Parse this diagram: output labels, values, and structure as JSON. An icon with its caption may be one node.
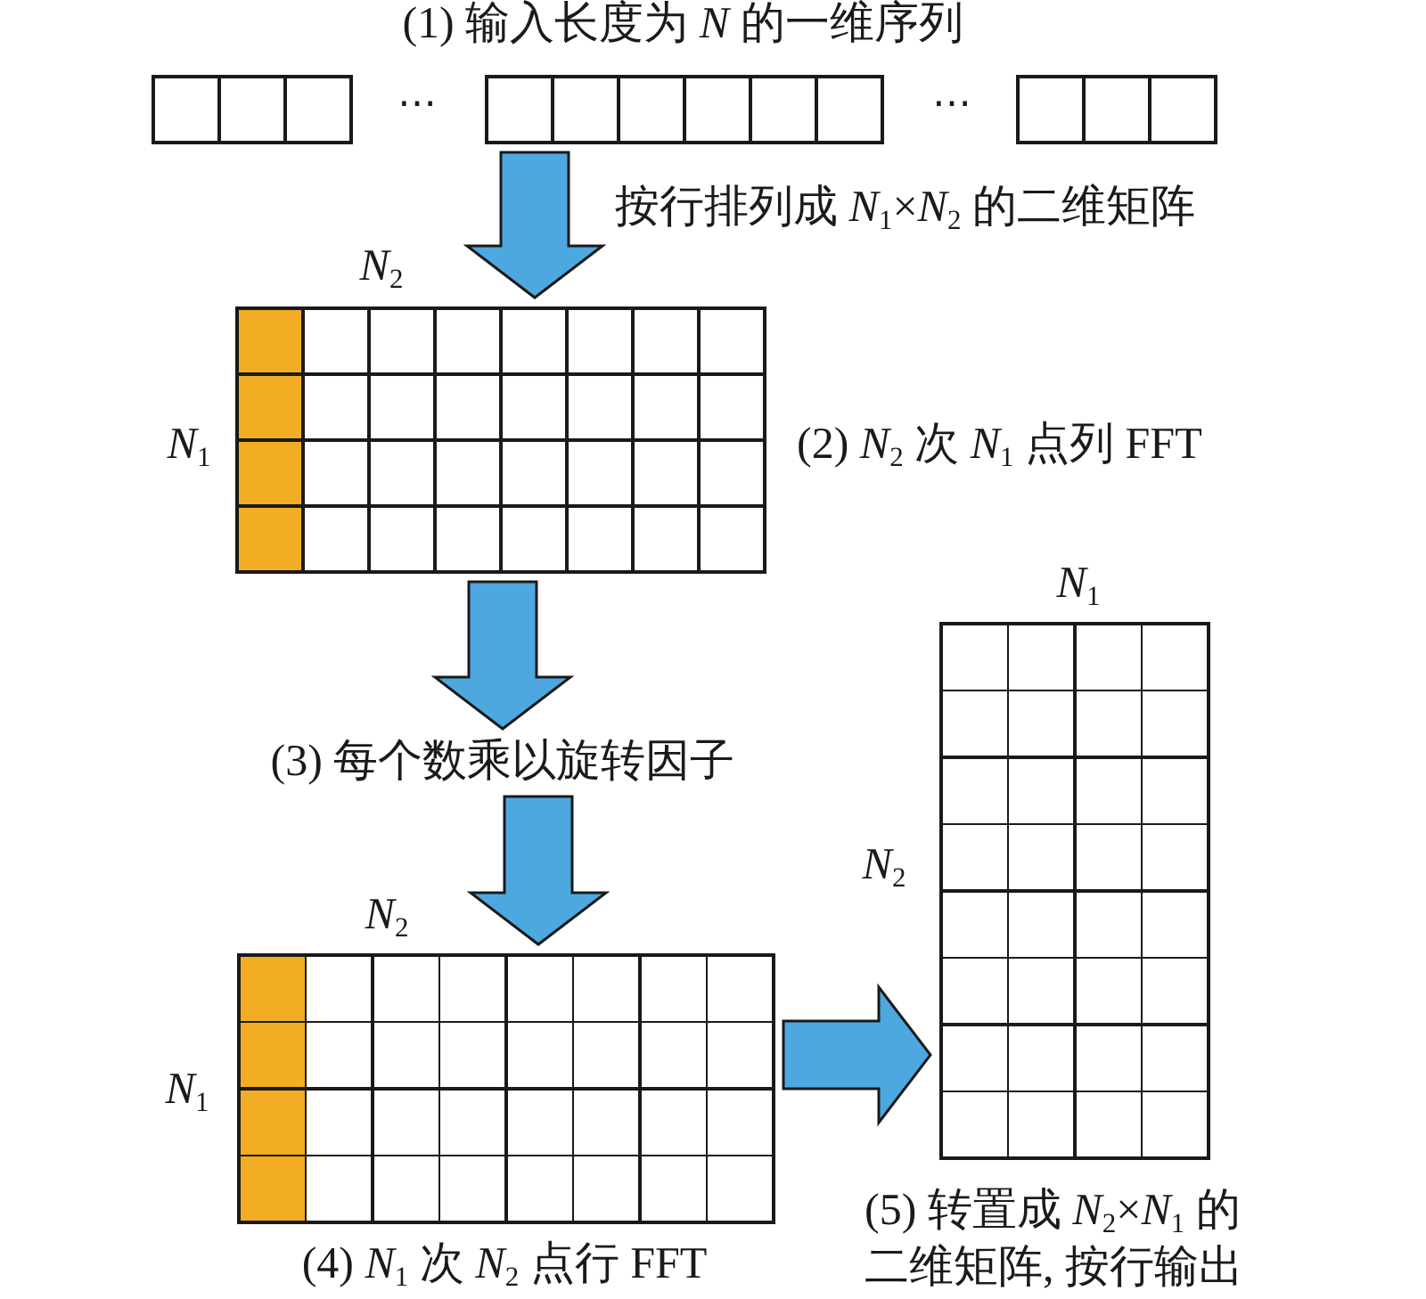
{
  "diagram": {
    "nodes": [
      {
        "text": [
          "(1) 输入长度为 *N* 的一维序列",
          "⋯",
          "⋯"
        ]
      },
      {
        "text": [
          "*N*$_{2}$"
        ],
        "beside": [
          "*N*$_{1}$",
          "(2) *N*$_{2}$ 次 *N*$_{1}$ 点列 FFT"
        ]
      },
      {
        "text": [
          "(3) 每个数乘以旋转因子"
        ]
      },
      {
        "text": [
          "*N*$_{2}$"
        ],
        "beside": [
          "*N*$_{1}$",
          "(4) *N*$_{1}$ 次 *N*$_{2}$ 点行 FFT"
        ]
      },
      {
        "text": [
          "*N*$_{1}$"
        ],
        "beside": [
          "*N*$_{2}$",
          "(5) 转置成 *N*$_{2}$×*N*$_{1}$ 的二维矩阵, 按行输出"
        ]
      }
    ],
    "edges": [
      {
        "from": 0,
        "to": 1,
        "arrow": "to",
        "label": "按行排列成 *N*$_{1}$×*N*$_{2}$ 的二维矩阵"
      },
      {
        "from": 1,
        "to": 2,
        "arrow": "to"
      },
      {
        "from": 2,
        "to": 3,
        "arrow": "to"
      },
      {
        "from": 3,
        "to": 4,
        "arrow": "to"
      }
    ]
  }
}
